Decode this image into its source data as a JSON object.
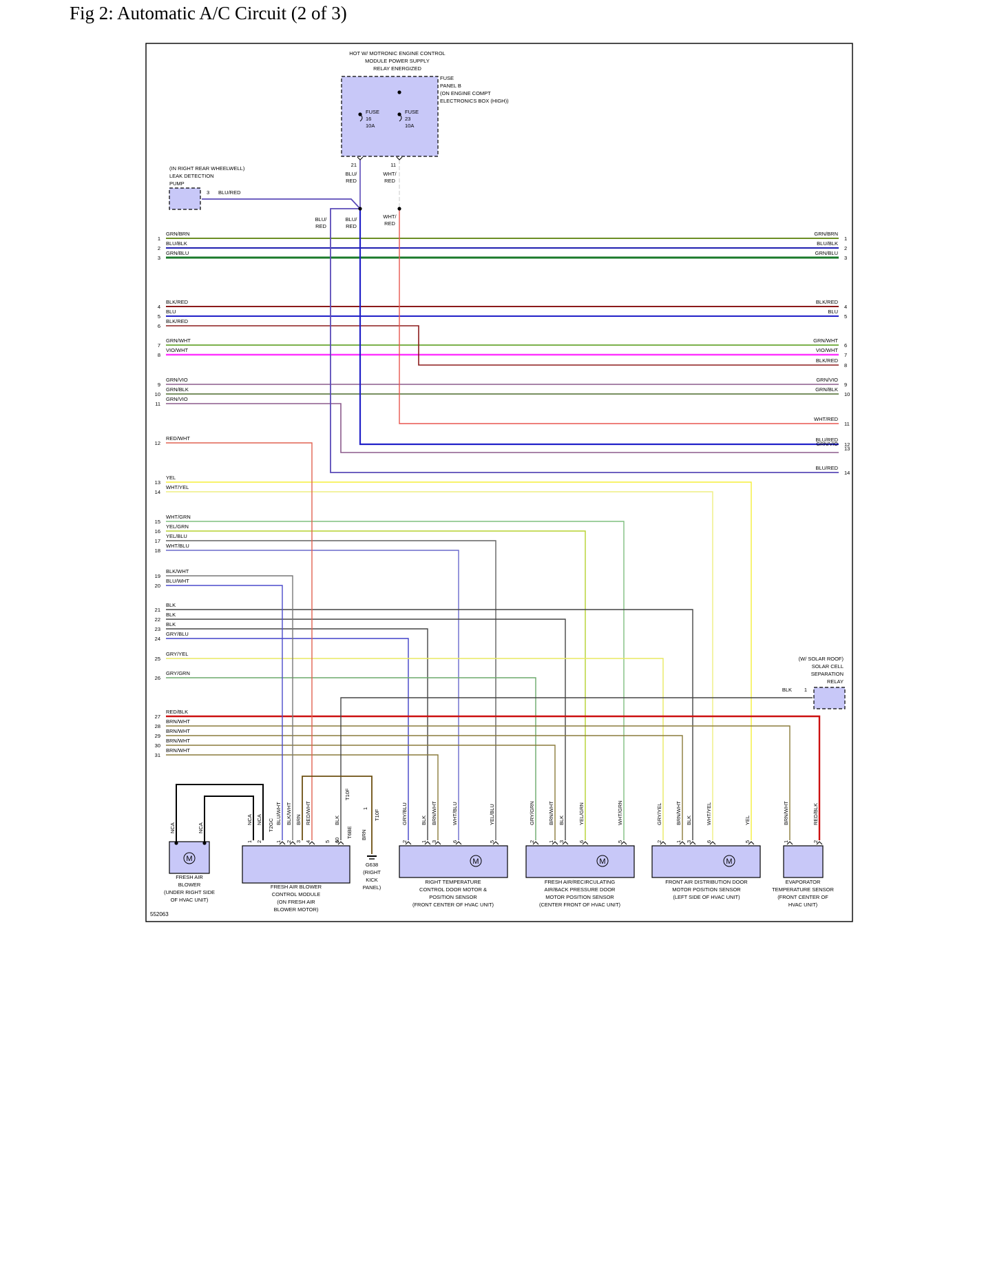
{
  "page": {
    "title": "Fig 2: Automatic A/C Circuit (2 of 3)"
  },
  "diagram_id": "552063",
  "colors": {
    "GRN/BRN": "#6b8e23",
    "BLU/BLK": "#1f1fb0",
    "GRN/BLU": "#1a7a2a",
    "BLK/RED": "#8b1a1a",
    "BLU": "#2020c8",
    "GRN/WHT": "#7ab04a",
    "VIO/WHT": "#ff33ff",
    "GRN/VIO": "#8b5a8b",
    "GRN/BLK": "#4a6a2a",
    "WHT/RED": "#e8554e",
    "BLU/RED": "#5a4ab8",
    "RED/WHT": "#e06050",
    "YEL": "#f5ef38",
    "WHT/YEL": "#eeee80",
    "WHT/GRN": "#7fbf7f",
    "YEL/GRN": "#b5d12e",
    "YEL/BLU": "#606060",
    "WHT/BLU": "#6a6acc",
    "BLK/WHT": "#777777",
    "BLU/WHT": "#4a4acb",
    "BLK": "#444444",
    "GRY/BLU": "#4040c8",
    "GRY/YEL": "#e8e860",
    "GRY/GRN": "#6aa86a",
    "RED/BLK": "#cc1010",
    "BRN/WHT": "#8a7a3a",
    "BRN": "#6b4f10",
    "WHT": "#dddddd",
    "module_fill": "#c8c8f8"
  },
  "header": {
    "power_label": [
      "HOT W/ MOTRONIC ENGINE CONTROL",
      "MODULE POWER SUPPLY",
      "RELAY ENERGIZED"
    ],
    "fuse_panel_label": [
      "FUSE",
      "PANEL B",
      "(ON ENGINE COMPT",
      "ELECTRONICS BOX (HIGH))"
    ],
    "fuse_a": [
      "FUSE",
      "16",
      "10A"
    ],
    "fuse_b": [
      "FUSE",
      "23",
      "10A"
    ],
    "pin_a": "21",
    "pin_b": "11",
    "wire_a": [
      "BLU/",
      "RED"
    ],
    "wire_b": [
      "WHT/",
      "RED"
    ],
    "pump_label": [
      "(IN RIGHT REAR WHEELWELL)",
      "LEAK DETECTION",
      "PUMP"
    ],
    "pump_pin": "3",
    "pump_wire": "BLU/RED",
    "splice_labels": [
      [
        "BLU/",
        "RED"
      ],
      [
        "BLU/",
        "RED"
      ],
      [
        "WHT/",
        "RED"
      ]
    ]
  },
  "left_wires": [
    {
      "num": "1",
      "color": "GRN/BRN"
    },
    {
      "num": "2",
      "color": "BLU/BLK"
    },
    {
      "num": "3",
      "color": "GRN/BLU"
    },
    {
      "num": "4",
      "color": "BLK/RED"
    },
    {
      "num": "5",
      "color": "BLU"
    },
    {
      "num": "6",
      "color": "BLK/RED"
    },
    {
      "num": "7",
      "color": "GRN/WHT"
    },
    {
      "num": "8",
      "color": "VIO/WHT"
    },
    {
      "num": "9",
      "color": "GRN/VIO"
    },
    {
      "num": "10",
      "color": "GRN/BLK"
    },
    {
      "num": "11",
      "color": "GRN/VIO"
    },
    {
      "num": "12",
      "color": "RED/WHT"
    },
    {
      "num": "13",
      "color": "YEL"
    },
    {
      "num": "14",
      "color": "WHT/YEL"
    },
    {
      "num": "15",
      "color": "WHT/GRN"
    },
    {
      "num": "16",
      "color": "YEL/GRN"
    },
    {
      "num": "17",
      "color": "YEL/BLU"
    },
    {
      "num": "18",
      "color": "WHT/BLU"
    },
    {
      "num": "19",
      "color": "BLK/WHT"
    },
    {
      "num": "20",
      "color": "BLU/WHT"
    },
    {
      "num": "21",
      "color": "BLK"
    },
    {
      "num": "22",
      "color": "BLK"
    },
    {
      "num": "23",
      "color": "BLK"
    },
    {
      "num": "24",
      "color": "GRY/BLU"
    },
    {
      "num": "25",
      "color": "GRY/YEL"
    },
    {
      "num": "26",
      "color": "GRY/GRN"
    },
    {
      "num": "27",
      "color": "RED/BLK"
    },
    {
      "num": "28",
      "color": "BRN/WHT"
    },
    {
      "num": "29",
      "color": "BRN/WHT"
    },
    {
      "num": "30",
      "color": "BRN/WHT"
    },
    {
      "num": "31",
      "color": "BRN/WHT"
    }
  ],
  "right_wires": [
    {
      "num": "1",
      "color": "GRN/BRN"
    },
    {
      "num": "2",
      "color": "BLU/BLK"
    },
    {
      "num": "3",
      "color": "GRN/BLU"
    },
    {
      "num": "4",
      "color": "BLK/RED"
    },
    {
      "num": "5",
      "color": "BLU"
    },
    {
      "num": "6",
      "color": "GRN/WHT"
    },
    {
      "num": "7",
      "color": "VIO/WHT"
    },
    {
      "num": "8",
      "color": "BLK/RED"
    },
    {
      "num": "9",
      "color": "GRN/VIO"
    },
    {
      "num": "10",
      "color": "GRN/BLK"
    },
    {
      "num": "11",
      "color": "WHT/RED"
    },
    {
      "num": "12",
      "color": "BLU/RED"
    },
    {
      "num": "13",
      "color": "GRN/VIO"
    },
    {
      "num": "14",
      "color": "BLU/RED"
    }
  ],
  "solar_relay": {
    "label": [
      "(W/ SOLAR ROOF)",
      "SOLAR CELL",
      "SEPARATION",
      "RELAY"
    ],
    "wire": "BLK",
    "pin": "1"
  },
  "ground": {
    "label": [
      "G638",
      "(RIGHT",
      "KICK",
      "PANEL)"
    ],
    "wire": "BRN",
    "connector": "T10F",
    "pin": "1"
  },
  "components": [
    {
      "id": "fresh-air-blower",
      "label": [
        "FRESH AIR",
        "BLOWER",
        "(UNDER RIGHT SIDE",
        "OF HVAC UNIT)"
      ],
      "pins": [
        {
          "num": "1",
          "wire": "NCA"
        },
        {
          "num": "2",
          "wire": "NCA"
        }
      ]
    },
    {
      "id": "blower-control-module",
      "label": [
        "FRESH AIR BLOWER",
        "CONTROL MODULE",
        "(ON FRESH AIR",
        "BLOWER MOTOR)"
      ],
      "connectors": [
        "T2GC",
        "T6BE",
        "T10F"
      ],
      "pins": [
        {
          "num": "1",
          "wire": "NCA"
        },
        {
          "num": "2",
          "wire": "NCA"
        },
        {
          "num": "1",
          "wire": "BLU/WHT"
        },
        {
          "num": "2",
          "wire": "BLK/WHT"
        },
        {
          "num": "3",
          "wire": "BRN"
        },
        {
          "num": "4",
          "wire": "RED/WHT"
        },
        {
          "num": "5",
          "wire": ""
        },
        {
          "num": "6",
          "wire": "BLK"
        },
        {
          "num": "10",
          "wire": ""
        }
      ]
    },
    {
      "id": "right-temp-door",
      "label": [
        "RIGHT TEMPERATURE",
        "CONTROL DOOR MOTOR &",
        "POSITION SENSOR",
        "(FRONT CENTER OF HVAC UNIT)"
      ],
      "pins": [
        {
          "num": "2",
          "wire": "GRY/BLU"
        },
        {
          "num": "1",
          "wire": "BLK"
        },
        {
          "num": "3",
          "wire": "BRN/WHT"
        },
        {
          "num": "6",
          "wire": "WHT/BLU"
        },
        {
          "num": "5",
          "wire": "YEL/BLU"
        }
      ]
    },
    {
      "id": "fresh-air-recirc-door",
      "label": [
        "FRESH AIR/RECIRCULATING",
        "AIR/BACK PRESSURE DOOR",
        "MOTOR POSITION SENSOR",
        "(CENTER FRONT OF HVAC UNIT)"
      ],
      "pins": [
        {
          "num": "2",
          "wire": "GRY/GRN"
        },
        {
          "num": "1",
          "wire": "BRN/WHT"
        },
        {
          "num": "3",
          "wire": "BLK"
        },
        {
          "num": "6",
          "wire": "YEL/GRN"
        },
        {
          "num": "5",
          "wire": "WHT/GRN"
        }
      ]
    },
    {
      "id": "front-air-dist-door",
      "label": [
        "FRONT AIR DISTRIBUTION DOOR",
        "MOTOR POSITION SENSOR",
        "(LEFT SIDE OF HVAC UNIT)"
      ],
      "pins": [
        {
          "num": "2",
          "wire": "GRY/YEL"
        },
        {
          "num": "1",
          "wire": "BRN/WHT"
        },
        {
          "num": "3",
          "wire": "BLK"
        },
        {
          "num": "6",
          "wire": "WHT/YEL"
        },
        {
          "num": "5",
          "wire": "YEL"
        }
      ]
    },
    {
      "id": "evaporator-temp-sensor",
      "label": [
        "EVAPORATOR",
        "TEMPERATURE SENSOR",
        "(FRONT CENTER OF",
        "HVAC UNIT)"
      ],
      "pins": [
        {
          "num": "1",
          "wire": "BRN/WHT"
        },
        {
          "num": "2",
          "wire": "RED/BLK"
        }
      ]
    }
  ]
}
